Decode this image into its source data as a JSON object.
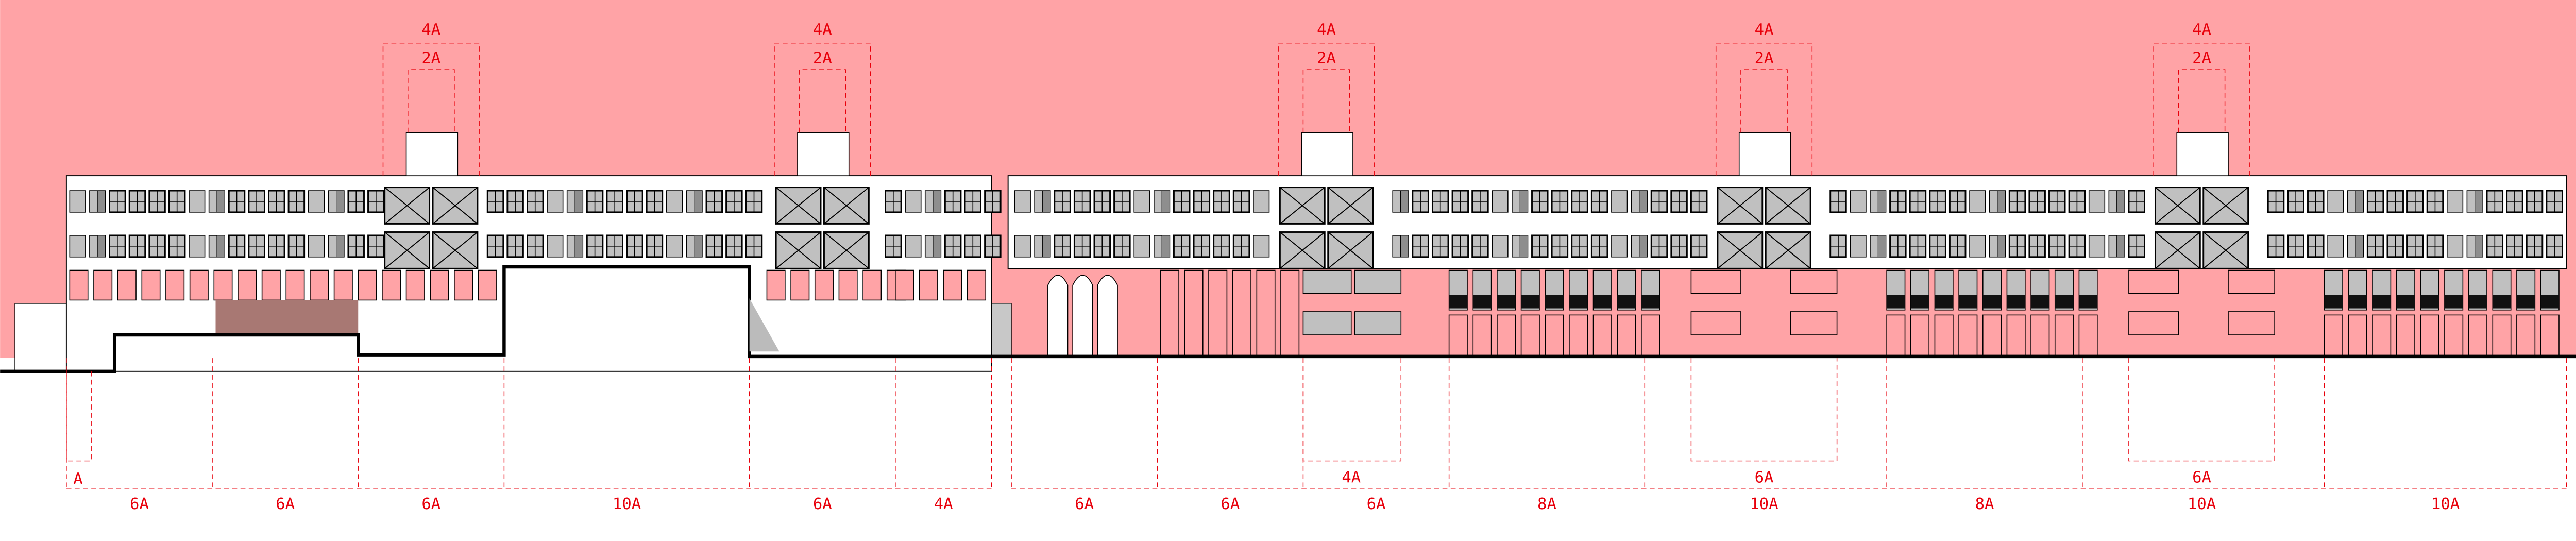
{
  "colors": {
    "sky": "#ffa3a6",
    "dimension": "#e8000b",
    "window": "#c0c0c0",
    "window_dark": "#8e8e8e",
    "pink_window": "#ffa3a6",
    "wall": "#ffffff",
    "ground": "#000000"
  },
  "rooftop_labels": [
    {
      "outer": "4A",
      "inner": "2A"
    },
    {
      "outer": "4A",
      "inner": "2A"
    },
    {
      "outer": "4A",
      "inner": "2A"
    },
    {
      "outer": "4A",
      "inner": "2A"
    },
    {
      "outer": "4A",
      "inner": "2A"
    }
  ],
  "bottom_labels": [
    "6A",
    "6A",
    "6A",
    "10A",
    "6A",
    "4A",
    "6A",
    "6A",
    "6A",
    "8A",
    "10A",
    "8A",
    "10A",
    "10A"
  ],
  "inner_labels": [
    "A",
    "4A",
    "6A",
    "6A"
  ]
}
